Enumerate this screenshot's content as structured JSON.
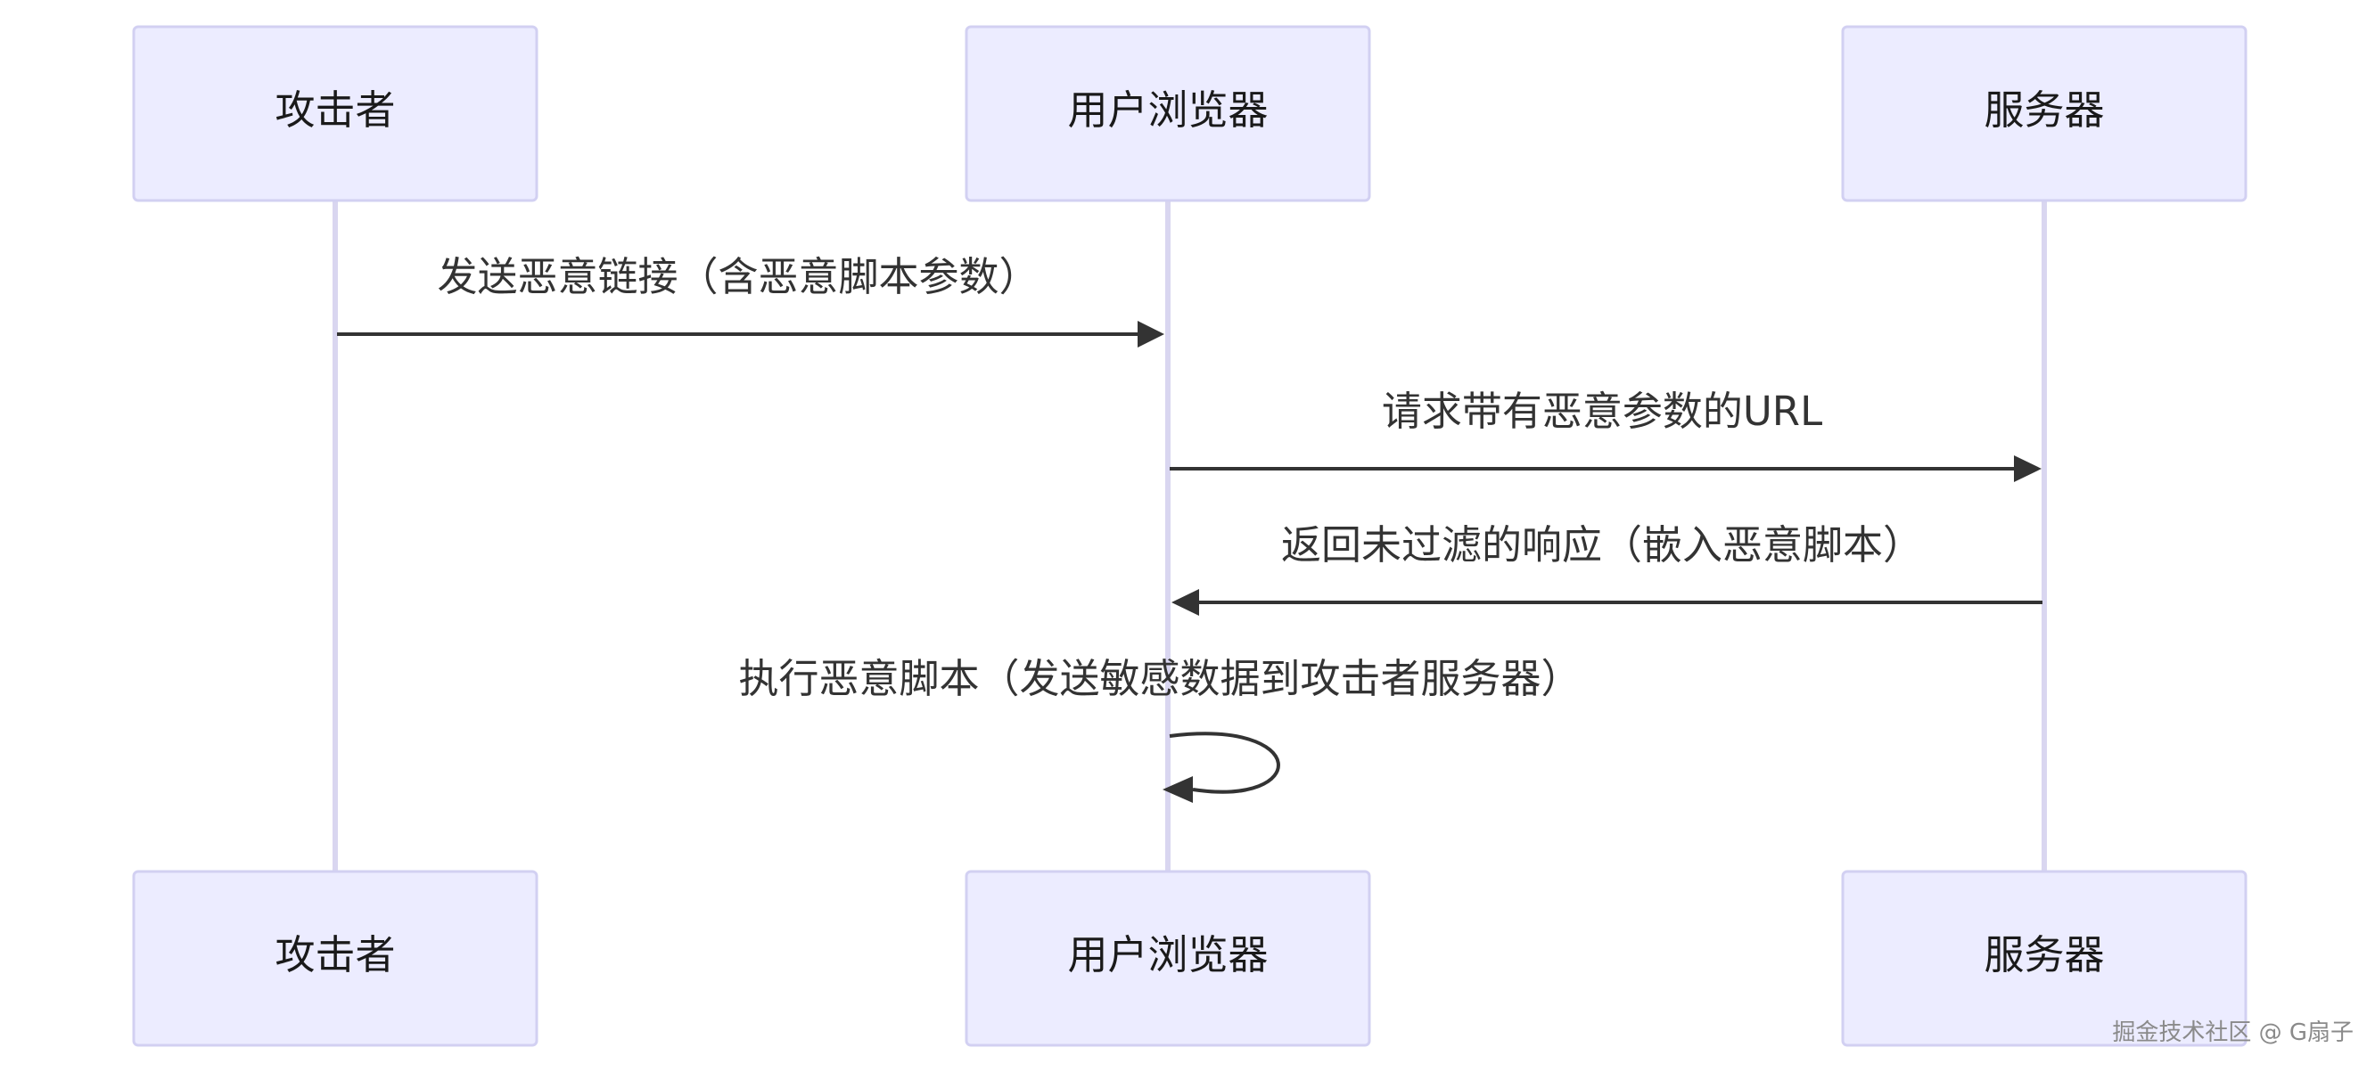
{
  "diagram": {
    "participants": [
      {
        "id": "attacker",
        "label": "攻击者"
      },
      {
        "id": "browser",
        "label": "用户浏览器"
      },
      {
        "id": "server",
        "label": "服务器"
      }
    ],
    "messages": [
      {
        "from": "attacker",
        "to": "browser",
        "label": "发送恶意链接（含恶意脚本参数）"
      },
      {
        "from": "browser",
        "to": "server",
        "label": "请求带有恶意参数的URL"
      },
      {
        "from": "server",
        "to": "browser",
        "label": "返回未过滤的响应（嵌入恶意脚本）"
      },
      {
        "from": "browser",
        "to": "browser",
        "label": "执行恶意脚本（发送敏感数据到攻击者服务器）"
      }
    ]
  },
  "watermark": "掘金技术社区 @ G扇子"
}
